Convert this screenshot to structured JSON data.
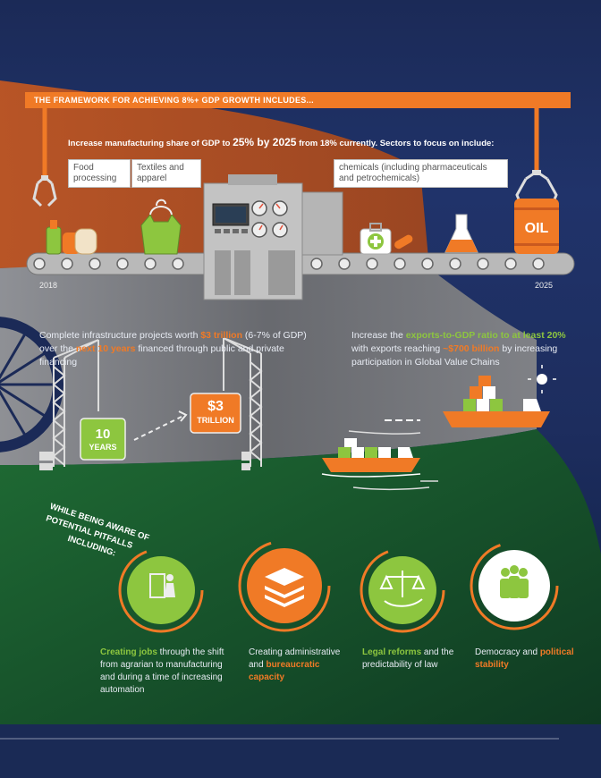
{
  "banner": {
    "title": "THE FRAMEWORK FOR ACHIEVING 8%+ GDP GROWTH INCLUDES..."
  },
  "manufacturing": {
    "text_a": "Increase manufacturing share of GDP to ",
    "text_b": "25% by 2025",
    "text_c": " from 18% currently. Sectors to focus on include:",
    "sector_food": "Food processing",
    "sector_textiles": "Textiles and apparel",
    "sector_chemicals": "chemicals (including pharmaceuticals and petrochemicals)",
    "oil_label": "OIL",
    "year_start": "2018",
    "year_end": "2025"
  },
  "infrastructure": {
    "text_a": "Complete infrastructure projects worth ",
    "text_b": "$3 trillion",
    "text_c": " (6-7% of GDP) over the ",
    "text_d": "next 10 years",
    "text_e": " financed through public and private financing",
    "years_num": "10",
    "years_word": "YEARS",
    "money_num": "$3",
    "money_word": "TRILLION"
  },
  "exports": {
    "text_a": "Increase the ",
    "text_b": "exports-to-GDP ratio to at least 20%",
    "text_c": " with exports reaching ",
    "text_d": "~$700 billion",
    "text_e": " by increasing participation in Global Value Chains"
  },
  "pitfalls": {
    "heading_1": "WHILE BEING AWARE OF",
    "heading_2": "POTENTIAL PITFALLS",
    "heading_3": "INCLUDING:",
    "item1_a": "Creating jobs",
    "item1_b": " through the shift from agrarian to manufacturing and during a time of increasing automation",
    "item2_a": "Creating administrative and ",
    "item2_b": "bureaucratic capacity",
    "item3_a": "Legal reforms",
    "item3_b": " and the predictability of law",
    "item4_a": "Democracy and ",
    "item4_b": "political stability"
  },
  "colors": {
    "orange": "#f07a26",
    "green": "#8dc63f",
    "navy": "#1b2a57"
  }
}
